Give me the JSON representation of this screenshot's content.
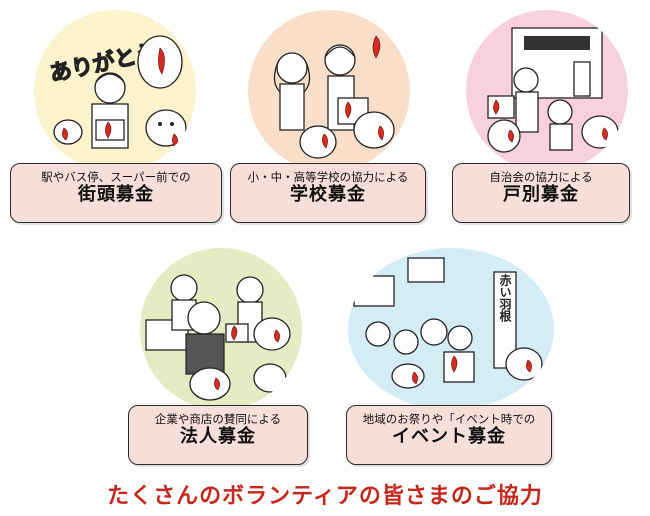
{
  "cards": [
    {
      "sub": "駅やバス停、スーパー前での",
      "main": "街頭募金",
      "bg": "#fbf3cc",
      "sign_text": "ありがとう"
    },
    {
      "sub": "小・中・高等学校の協力による",
      "main": "学校募金",
      "bg": "#f9dfc9"
    },
    {
      "sub": "自治会の協力による",
      "main": "戸別募金",
      "bg": "#f8d1dc"
    },
    {
      "sub": "企業や商店の賛同による",
      "main": "法人募金",
      "bg": "#e6ebc4"
    },
    {
      "sub": "地域のお祭りや「イベント時での",
      "main": "イベント募金",
      "bg": "#d4ecf5",
      "sign_text": "赤い羽根"
    }
  ],
  "footer": "たくさんのボランティアの皆さまのご協力",
  "colors": {
    "label_bg": "#f7dfd9",
    "footer": "#c4281c",
    "feather": "#d62b1e"
  }
}
